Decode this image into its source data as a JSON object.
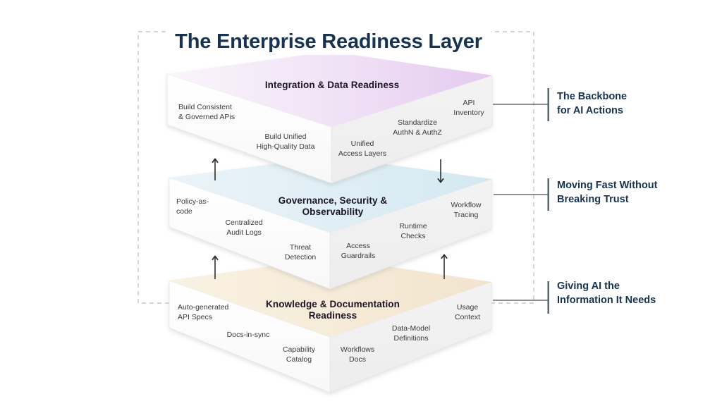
{
  "title": "The Enterprise Readiness Layer",
  "colors": {
    "navy": "#17334F",
    "label_text": "#3A3A3A",
    "dashed_border": "#C6C6C6",
    "connector_line": "#4E4E4E",
    "callout_bar": "#51606C",
    "arrow": "#2F2F2F",
    "side_left_top": "#FFFFFF",
    "side_left_bottom": "#F8F8F8",
    "side_right_top": "#F3F3F3",
    "side_right_bottom": "#EDEDED"
  },
  "layers": [
    {
      "name": "integration-data-readiness",
      "title_lines": [
        "Integration & Data Readiness"
      ],
      "callout": {
        "lines": [
          "The Backbone",
          "for AI Actions"
        ]
      },
      "colors": {
        "top_left": "#FAF5FB",
        "top_mid": "#F0E1F6",
        "top_right": "#E4C9F0"
      },
      "labels": [
        {
          "lines": [
            "Build Consistent",
            "& Governed APis"
          ]
        },
        {
          "lines": [
            "Build Unified",
            "High-Quality Data"
          ]
        },
        {
          "lines": [
            "Unified",
            "Access Layers"
          ]
        },
        {
          "lines": [
            "Standardize",
            "AuthN & AuthZ"
          ]
        },
        {
          "lines": [
            "API",
            "Inventory"
          ]
        }
      ]
    },
    {
      "name": "governance-security-observability",
      "title_lines": [
        "Governance, Security &",
        "Observability"
      ],
      "callout": {
        "lines": [
          "Moving Fast Without",
          "Breaking Trust"
        ]
      },
      "colors": {
        "top_left": "#EAF4F8",
        "top_mid": "#DFEEF5",
        "top_right": "#D4E8F1"
      },
      "labels": [
        {
          "lines": [
            "Policy-as-",
            "code"
          ]
        },
        {
          "lines": [
            "Centralized",
            "Audit Logs"
          ]
        },
        {
          "lines": [
            "Threat",
            "Detection"
          ]
        },
        {
          "lines": [
            "Access",
            "Guardrails"
          ]
        },
        {
          "lines": [
            "Runtime",
            "Checks"
          ]
        },
        {
          "lines": [
            "Workflow",
            "Tracing"
          ]
        }
      ]
    },
    {
      "name": "knowledge-documentation-readiness",
      "title_lines": [
        "Knowledge & Documentation",
        "Readiness"
      ],
      "callout": {
        "lines": [
          "Giving AI the",
          "Information It Needs"
        ]
      },
      "colors": {
        "top_left": "#F9F1E2",
        "top_mid": "#F6EBD8",
        "top_right": "#F2E3CC"
      },
      "labels": [
        {
          "lines": [
            "Auto-generated",
            "API Specs"
          ]
        },
        {
          "lines": [
            "Docs-in-sync"
          ]
        },
        {
          "lines": [
            "Capability",
            "Catalog"
          ]
        },
        {
          "lines": [
            "Workflows",
            "Docs"
          ]
        },
        {
          "lines": [
            "Data-Model",
            "Definitions"
          ]
        },
        {
          "lines": [
            "Usage",
            "Context"
          ]
        }
      ]
    }
  ]
}
